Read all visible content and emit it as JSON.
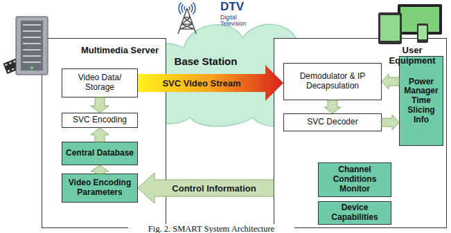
{
  "diagram": {
    "caption": "Fig. 2. SMART System Architecture",
    "nodes": [
      {
        "text": [
          "Multimedia Server"
        ]
      },
      {
        "text": [
          "Video Data/ Storage"
        ],
        "in": 0
      },
      {
        "text": [
          "SVC Encoding"
        ],
        "in": 0
      },
      {
        "text": [
          "Central Database"
        ],
        "in": 0
      },
      {
        "text": [
          "Video Encoding Parameters"
        ],
        "in": 0
      },
      {
        "text": [
          "Base Station"
        ]
      },
      {
        "text": [
          "User Equipment"
        ]
      },
      {
        "text": [
          "Demodulator & IP Decapsulation"
        ],
        "in": 6
      },
      {
        "text": [
          "SVC Decoder"
        ],
        "in": 6
      },
      {
        "text": [
          "Power Manager Time Slicing Info"
        ],
        "in": 6
      },
      {
        "text": [
          "Channel Conditions Monitor"
        ],
        "in": 6
      },
      {
        "text": [
          "Device Capabilities"
        ],
        "in": 6
      }
    ],
    "edges": [
      {
        "from": 1,
        "to": 2,
        "arrow": "to"
      },
      {
        "from": 3,
        "to": 2,
        "arrow": "to"
      },
      {
        "from": 4,
        "to": 3,
        "arrow": "to"
      },
      {
        "from": 1,
        "to": 7,
        "label": "SVC Video Stream",
        "arrow": "to"
      },
      {
        "from": 6,
        "to": 4,
        "label": "Control Information",
        "arrow": "to"
      },
      {
        "from": 7,
        "to": 8,
        "arrow": "to"
      },
      {
        "from": 9,
        "to": 7,
        "arrow": "to"
      },
      {
        "from": 8,
        "to": 9,
        "arrow": "to"
      }
    ],
    "labels": [
      "DTV",
      "Digital Television"
    ]
  }
}
